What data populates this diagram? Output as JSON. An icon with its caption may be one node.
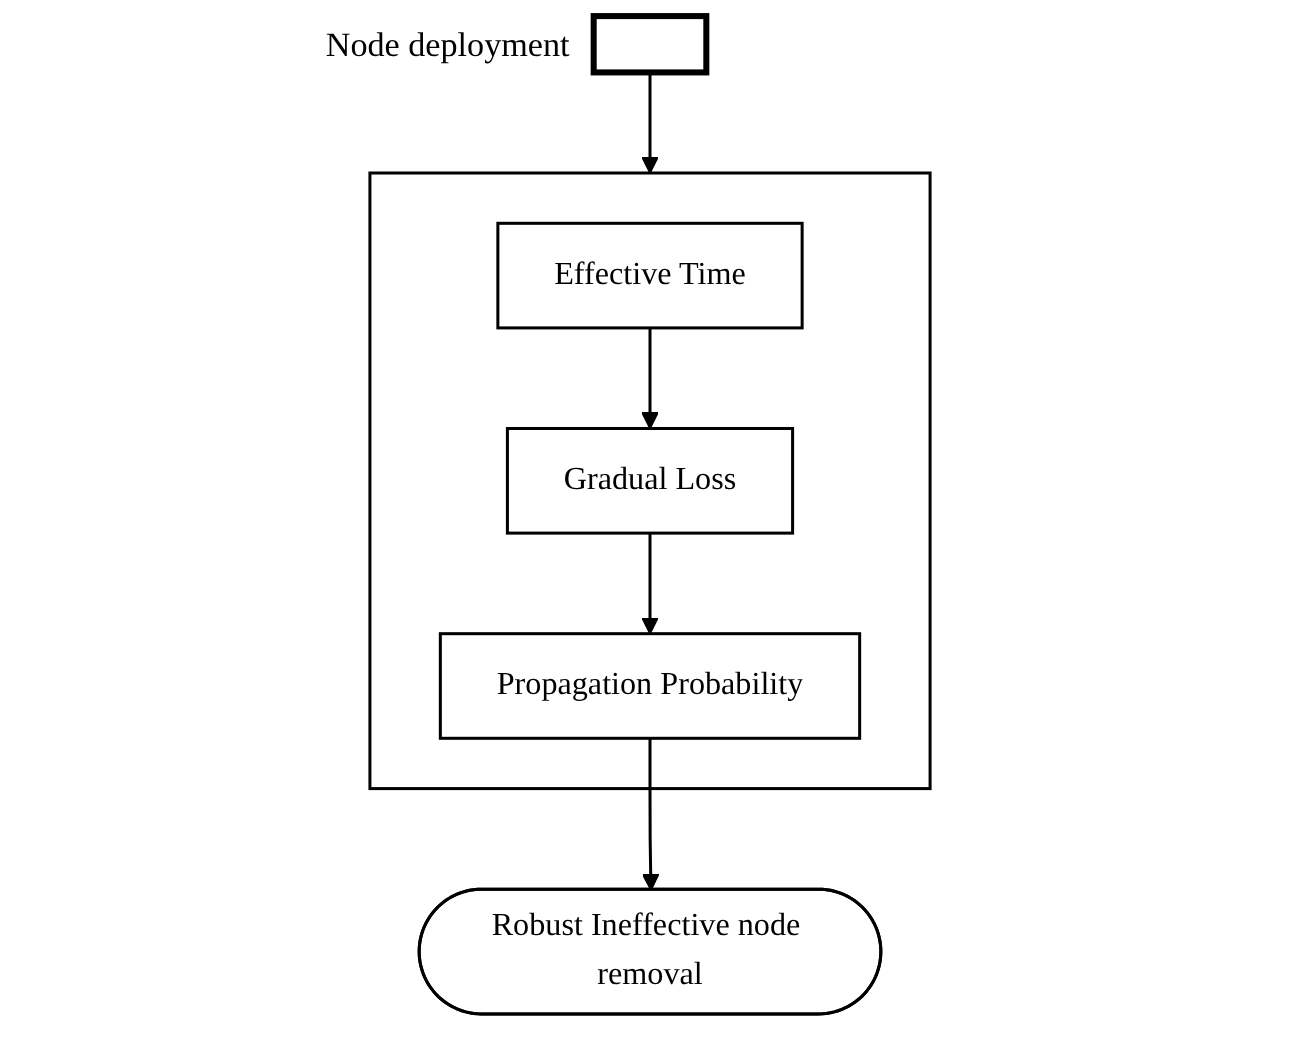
{
  "diagram": {
    "nodes": [
      {
        "text": [],
        "shape": "picture",
        "beside": [
          "Node deployment"
        ]
      },
      {
        "text": [],
        "shape": "box"
      },
      {
        "text": [
          "Effective Time"
        ],
        "in": 1
      },
      {
        "text": [
          "Gradual Loss"
        ],
        "in": 1
      },
      {
        "text": [
          "Propagation Probability"
        ],
        "in": 1
      },
      {
        "text": [
          "Robust Ineffective node removal"
        ]
      }
    ],
    "edges": [
      {
        "from": 0,
        "to": 1,
        "arrow": "to"
      },
      {
        "from": 2,
        "to": 3,
        "arrow": "to"
      },
      {
        "from": 3,
        "to": 4,
        "arrow": "to"
      },
      {
        "from": 4,
        "to": 5,
        "arrow": "to"
      }
    ]
  }
}
